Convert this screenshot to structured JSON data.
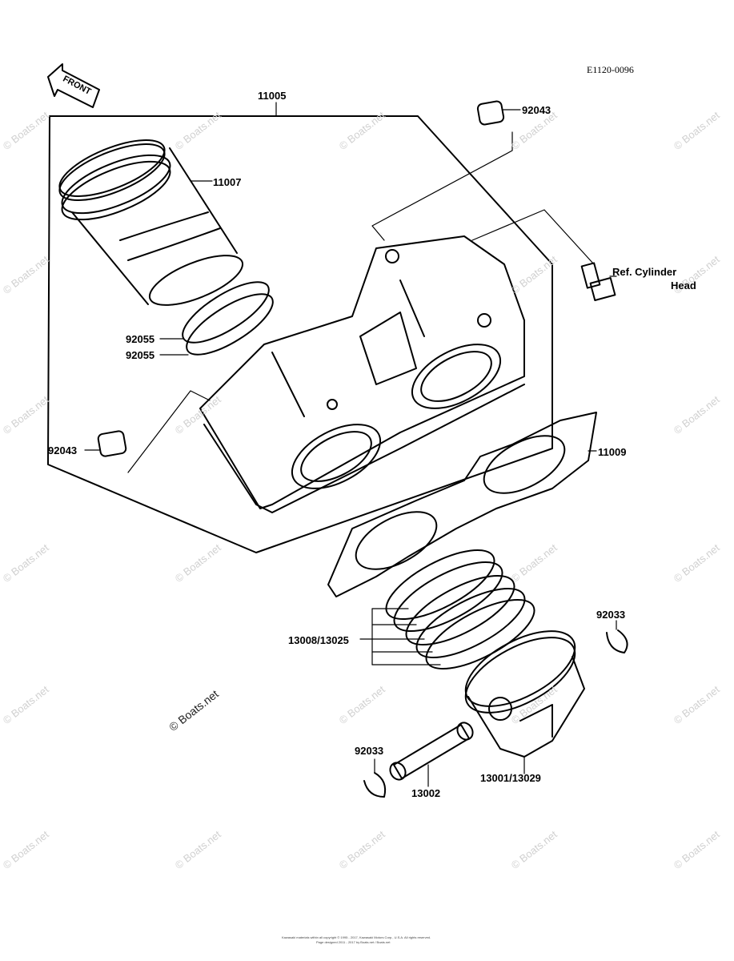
{
  "header": {
    "diagram_code": "E1120-0096",
    "front_label": "FRONT"
  },
  "parts": {
    "p11005": "11005",
    "p11007": "11007",
    "p92043_top": "92043",
    "ref_line1": "Ref. Cylinder",
    "ref_line2": "Head",
    "p92055_a": "92055",
    "p92055_b": "92055",
    "p92043_left": "92043",
    "p11009": "11009",
    "p92033_right": "92033",
    "p13008": "13008/13025",
    "p92033_bottom": "92033",
    "p13002": "13002",
    "p13001": "13001/13029"
  },
  "watermark": {
    "text": "© Boats.net",
    "main_text": "© Boats.net"
  },
  "footer": {
    "copyright_line1": "Kawasaki materials within all copyright © 1995 - 2017, Kawasaki Motors Corp., U.S.A. All rights reserved.",
    "copyright_line2": "Page designed 2011 - 2017 by Boats.net / Boats.net"
  }
}
